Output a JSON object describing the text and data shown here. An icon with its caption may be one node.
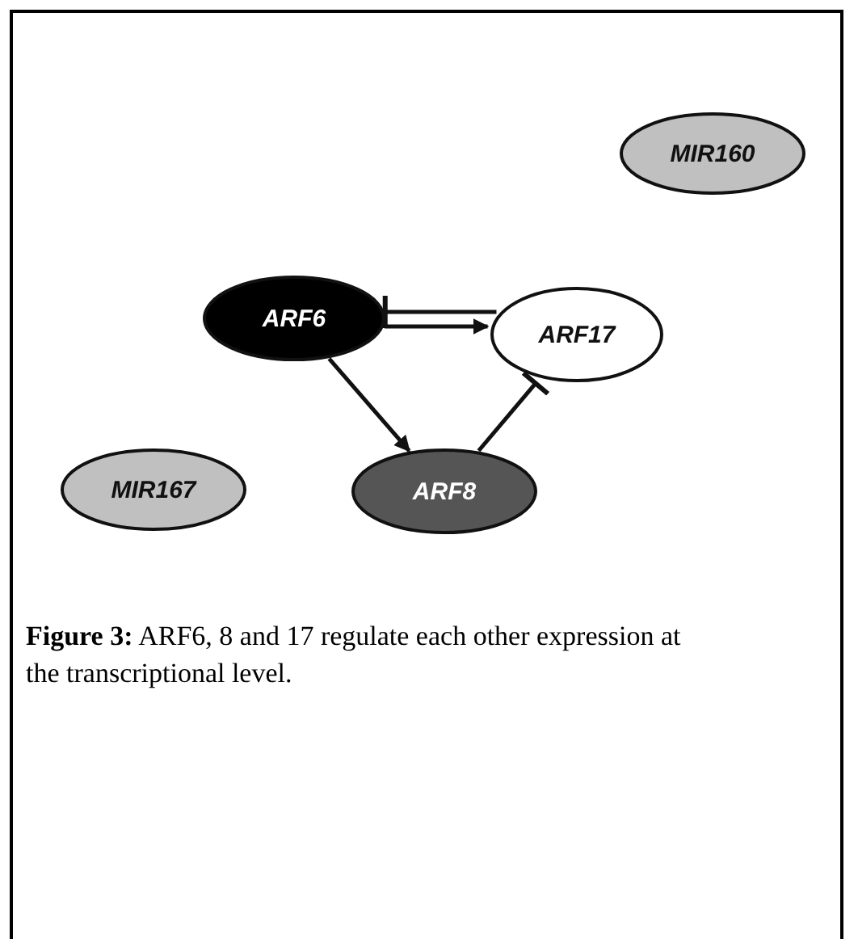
{
  "diagram": {
    "caption": "**Figure 3:** ARF6, 8 and 17 regulate each other expression at the transcriptional level.",
    "nodes": [
      {
        "text": [
          "MIR160"
        ]
      },
      {
        "text": [
          "ARF6"
        ]
      },
      {
        "text": [
          "ARF17"
        ]
      },
      {
        "text": [
          "MIR167"
        ]
      },
      {
        "text": [
          "ARF8"
        ]
      }
    ],
    "edges": [
      {
        "from": 2,
        "to": 1,
        "arrow": "other"
      },
      {
        "from": 1,
        "to": 2,
        "arrow": "to"
      },
      {
        "from": 1,
        "to": 4,
        "arrow": "to"
      },
      {
        "from": 4,
        "to": 2,
        "arrow": "other"
      }
    ]
  }
}
